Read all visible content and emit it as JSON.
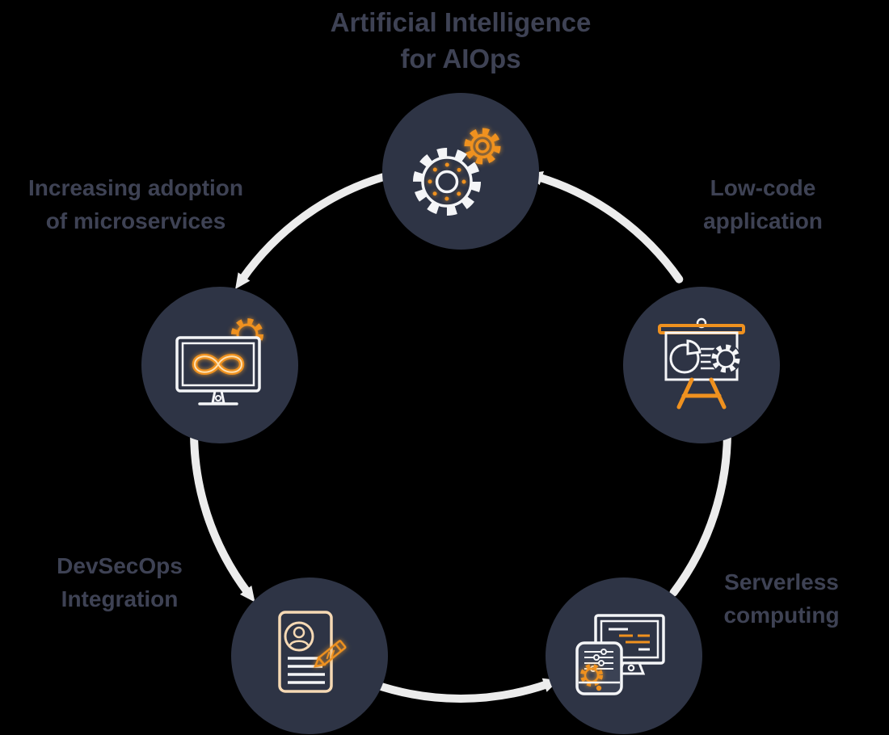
{
  "title": {
    "line1": "Artificial Intelligence",
    "line2": "for AIOps"
  },
  "labels": {
    "microservices": {
      "line1": "Increasing adoption",
      "line2": "of microservices"
    },
    "low_code": {
      "line1": "Low-code",
      "line2": "application"
    },
    "devsecops": {
      "line1": "DevSecOps",
      "line2": "Integration"
    },
    "serverless": {
      "line1": "Serverless",
      "line2": "computing"
    }
  },
  "nodes": [
    {
      "position": "top",
      "icon": "gears-icon"
    },
    {
      "position": "left",
      "icon": "devops-monitor-icon"
    },
    {
      "position": "right",
      "icon": "presentation-chart-icon"
    },
    {
      "position": "bottom-left",
      "icon": "document-edit-icon"
    },
    {
      "position": "bottom-right",
      "icon": "devices-settings-icon"
    }
  ],
  "colors": {
    "background": "#000000",
    "node_fill": "#2e3445",
    "ring": "#ececec",
    "accent_orange": "#ef911f",
    "glow_inner": "#ffe0ae",
    "icon_white": "#f4f5f7",
    "icon_cream": "#f6d9b4",
    "text": "#3e4254"
  }
}
